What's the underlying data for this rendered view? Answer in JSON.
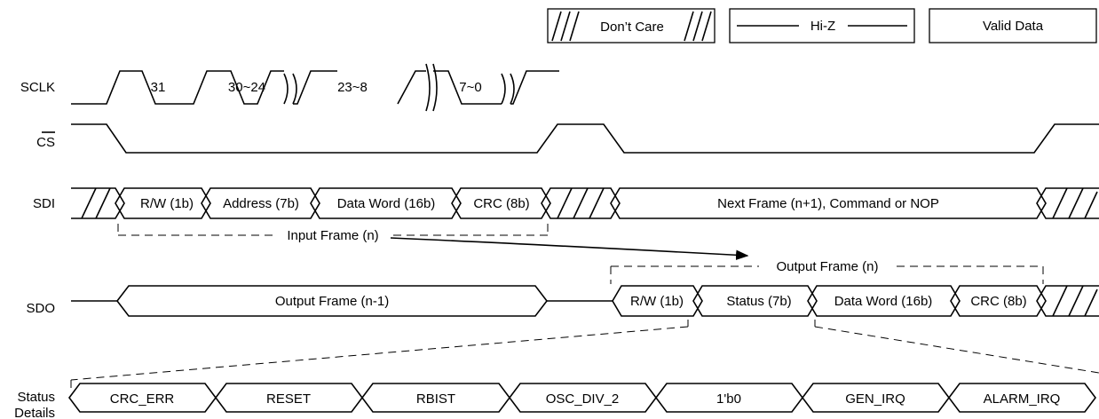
{
  "legend": {
    "dont_care": "Don’t Care",
    "hi_z": "Hi-Z",
    "valid_data": "Valid Data"
  },
  "signals": {
    "sclk": "SCLK",
    "cs": "CS",
    "sdi": "SDI",
    "sdo": "SDO",
    "status_line1": "Status",
    "status_line2": "Details"
  },
  "sclk_labels": [
    "31",
    "30~24",
    "23~8",
    "7~0"
  ],
  "sdi_fields": [
    "R/W (1b)",
    "Address (7b)",
    "Data Word (16b)",
    "CRC (8b)"
  ],
  "sdi_next": "Next Frame (n+1), Command or NOP",
  "input_frame": "Input Frame (n)",
  "output_frame": "Output Frame (n)",
  "sdo_prev": "Output Frame (n-1)",
  "sdo_fields": [
    "R/W (1b)",
    "Status (7b)",
    "Data Word (16b)",
    "CRC (8b)"
  ],
  "status_bits": [
    "CRC_ERR",
    "RESET",
    "RBIST",
    "OSC_DIV_2",
    "1'b0",
    "GEN_IRQ",
    "ALARM_IRQ"
  ]
}
